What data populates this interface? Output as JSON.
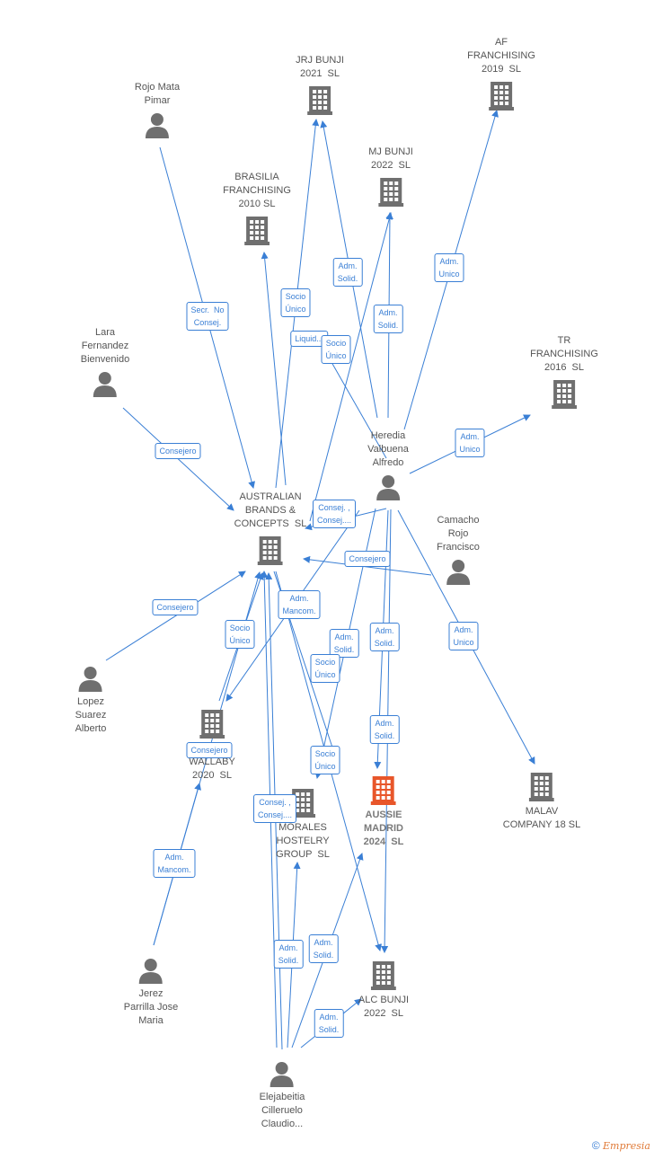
{
  "nodes": [
    {
      "id": "jrj",
      "type": "company",
      "label": "JRJ BUNJI\n2021  SL"
    },
    {
      "id": "af",
      "type": "company",
      "label": "AF\nFRANCHISING\n2019  SL"
    },
    {
      "id": "rojo",
      "type": "person",
      "label": "Rojo Mata\nPimar"
    },
    {
      "id": "mj",
      "type": "company",
      "label": "MJ BUNJI\n2022  SL"
    },
    {
      "id": "brasilia",
      "type": "company",
      "label": "BRASILIA\nFRANCHISING\n2010 SL"
    },
    {
      "id": "tr",
      "type": "company",
      "label": "TR\nFRANCHISING\n2016  SL"
    },
    {
      "id": "lara",
      "type": "person",
      "label": "Lara\nFernandez\nBienvenido"
    },
    {
      "id": "heredia",
      "type": "person",
      "label": "Heredia\nValbuena\nAlfredo"
    },
    {
      "id": "australian",
      "type": "company",
      "label": "AUSTRALIAN\nBRANDS &\nCONCEPTS  SL"
    },
    {
      "id": "camacho",
      "type": "person",
      "label": "Camacho\nRojo\nFrancisco"
    },
    {
      "id": "lopez",
      "type": "person",
      "label": "Lopez\nSuarez\nAlberto"
    },
    {
      "id": "wallaby",
      "type": "company",
      "label": "P...ES\nWALLABY\n2020  SL"
    },
    {
      "id": "morales",
      "type": "company",
      "label": "MORALES\nHOSTELRY\nGROUP  SL"
    },
    {
      "id": "aussie",
      "type": "focus",
      "label": "AUSSIE\nMADRID\n2024  SL"
    },
    {
      "id": "malav",
      "type": "company",
      "label": "MALAV\nCOMPANY 18 SL"
    },
    {
      "id": "jerez",
      "type": "person",
      "label": "Jerez\nParrilla Jose\nMaria"
    },
    {
      "id": "alc",
      "type": "company",
      "label": "ALC BUNJI\n2022  SL"
    },
    {
      "id": "elejabeitia",
      "type": "person",
      "label": "Elejabeitia\nCilleruelo\nClaudio..."
    }
  ],
  "edge_labels": [
    "Secr.  No\nConsej.",
    "Socio\nÚnico",
    "Adm.\nSolid.",
    "Liquid...",
    "Socio\nÚnico",
    "Adm.\nSolid.",
    "Adm.\nUnico",
    "Adm.\nUnico",
    "Consejero",
    "Consej. ,\nConsej....",
    "Consejero",
    "Consejero",
    "Adm.\nMancom.",
    "Socio\nÚnico",
    "Adm.\nSolid.",
    "Adm.\nSolid.",
    "Socio\nÚnico",
    "Adm.\nUnico",
    "Adm.\nSolid.",
    "Consejero",
    "Socio\nÚnico",
    "Consej. ,\nConsej....",
    "Adm.\nMancom.",
    "Adm.\nSolid.",
    "Adm.\nSolid.",
    "Adm.\nSolid."
  ],
  "colors": {
    "edge": "#3a7fd5",
    "node": "#6f6f6f",
    "focus": "#e8562a"
  },
  "icons": {
    "company": "building-icon",
    "person": "person-icon"
  },
  "footer": {
    "copyright": "©",
    "brand": "Empresia"
  }
}
